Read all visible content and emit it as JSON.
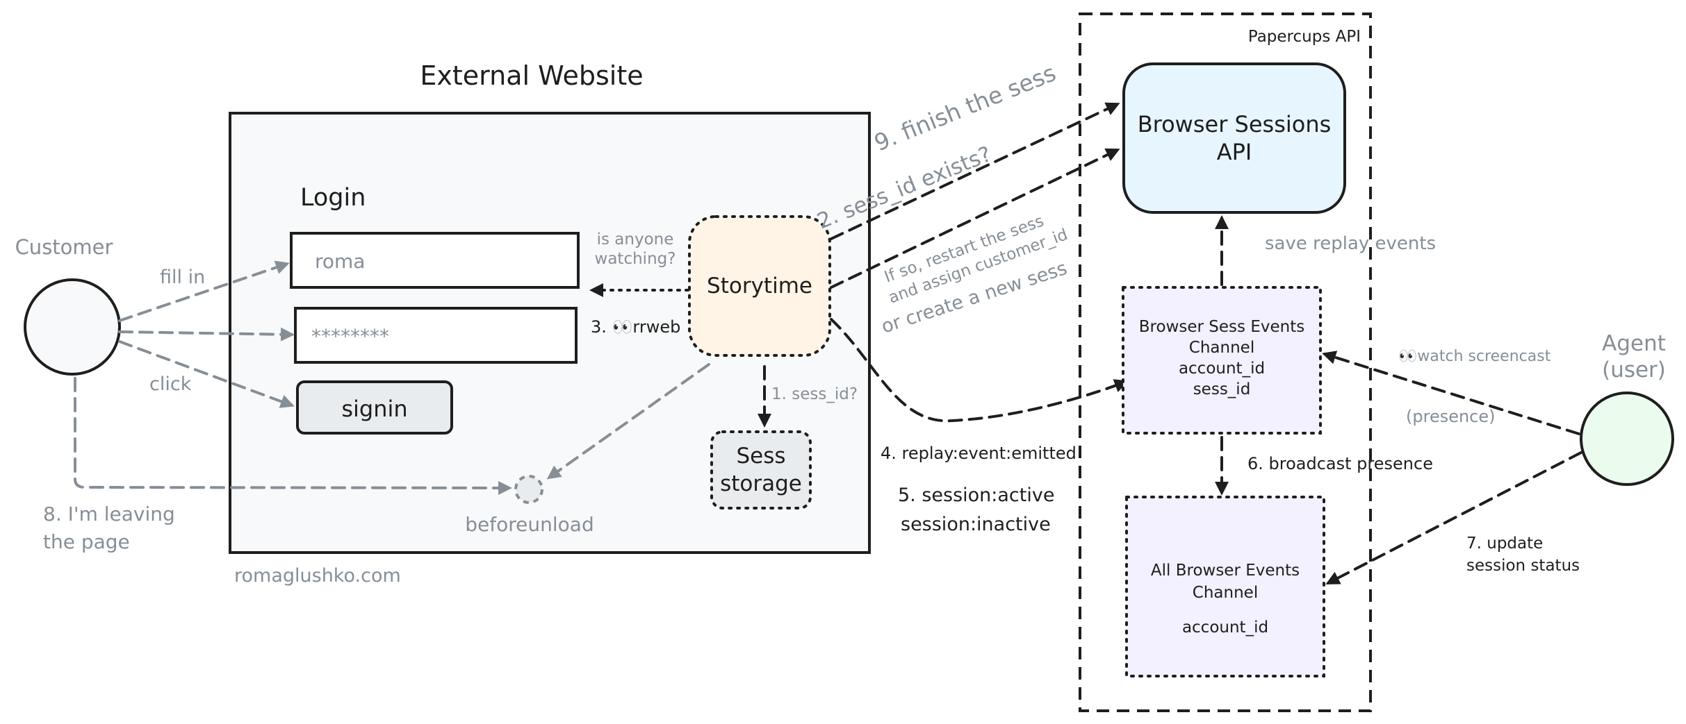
{
  "colors": {
    "ink": "#1e1e1e",
    "muted": "#868e96",
    "website_bg": "#f8f9fa",
    "storytime_bg": "#fff4e6",
    "api_bg": "#e7f5ff",
    "channel_bg": "#f3f0ff",
    "agent_bg": "#ebfbee",
    "storage_bg": "#e9ecef"
  },
  "external_website": {
    "title": "External Website",
    "domain": "romaglushko.com",
    "login": {
      "heading": "Login",
      "username_value": "roma",
      "password_value": "********",
      "signin_label": "signin"
    },
    "beforeunload_label": "beforeunload"
  },
  "customer": {
    "label": "Customer",
    "fill_in_label": "fill in",
    "click_label": "click",
    "leaving_line1": "8. I'm leaving",
    "leaving_line2": "the page"
  },
  "storytime": {
    "label": "Storytime",
    "anyone_watching_line1": "is anyone",
    "anyone_watching_line2": "watching?",
    "rrweb_label": "3. 👀rrweb",
    "sess_id_query": "1. sess_id?",
    "storage_line1": "Sess",
    "storage_line2": "storage"
  },
  "papercups": {
    "label": "Papercups API",
    "api_line1": "Browser Sessions",
    "api_line2": "API",
    "save_replay_label": "save replay events",
    "sess_channel": {
      "line1": "Browser Sess Events",
      "line2": "Channel",
      "line3": "account_id",
      "line4": "sess_id"
    },
    "all_channel": {
      "line1": "All Browser Events",
      "line2": "Channel",
      "line3": "account_id"
    },
    "broadcast_label": "6. broadcast presence"
  },
  "flows": {
    "finish_sess": "9. finish the sess",
    "sess_id_exists": "2. sess_id exists?",
    "restart_line1": "If so, restart the sess",
    "restart_line2": "and assign customer_id",
    "create_new": "or create a new sess",
    "replay_emitted": "4. replay:event:emitted",
    "session_active": "5. session:active",
    "session_inactive": "session:inactive"
  },
  "agent": {
    "label_line1": "Agent",
    "label_line2": "(user)",
    "watch_label": "👀watch screencast",
    "presence_label": "(presence)",
    "update_line1": "7. update",
    "update_line2": "session status"
  }
}
